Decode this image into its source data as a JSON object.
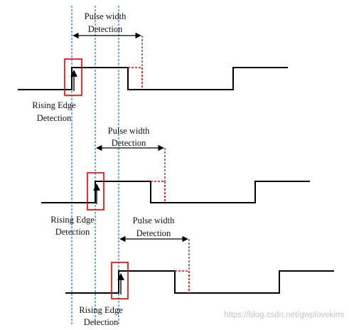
{
  "panels": [
    {
      "pulse_label": [
        "Pulse width",
        "Detection"
      ],
      "edge_label": [
        "Rising Edge",
        "Detection"
      ]
    },
    {
      "pulse_label": [
        "Pulse width",
        "Detection"
      ],
      "edge_label": [
        "Rising Edge",
        "Detection"
      ]
    },
    {
      "pulse_label": [
        "Pulse width",
        "Detection"
      ],
      "edge_label": [
        "Rising Edge",
        "Detection"
      ]
    }
  ],
  "watermark": "https://blog.csdn.net/gwplovekimi",
  "colors": {
    "signal": "#000000",
    "extension_dashed": "#e00000",
    "detect_box": "#e00000",
    "guide_line": "#2e7bd6",
    "arrow": "#000000"
  }
}
